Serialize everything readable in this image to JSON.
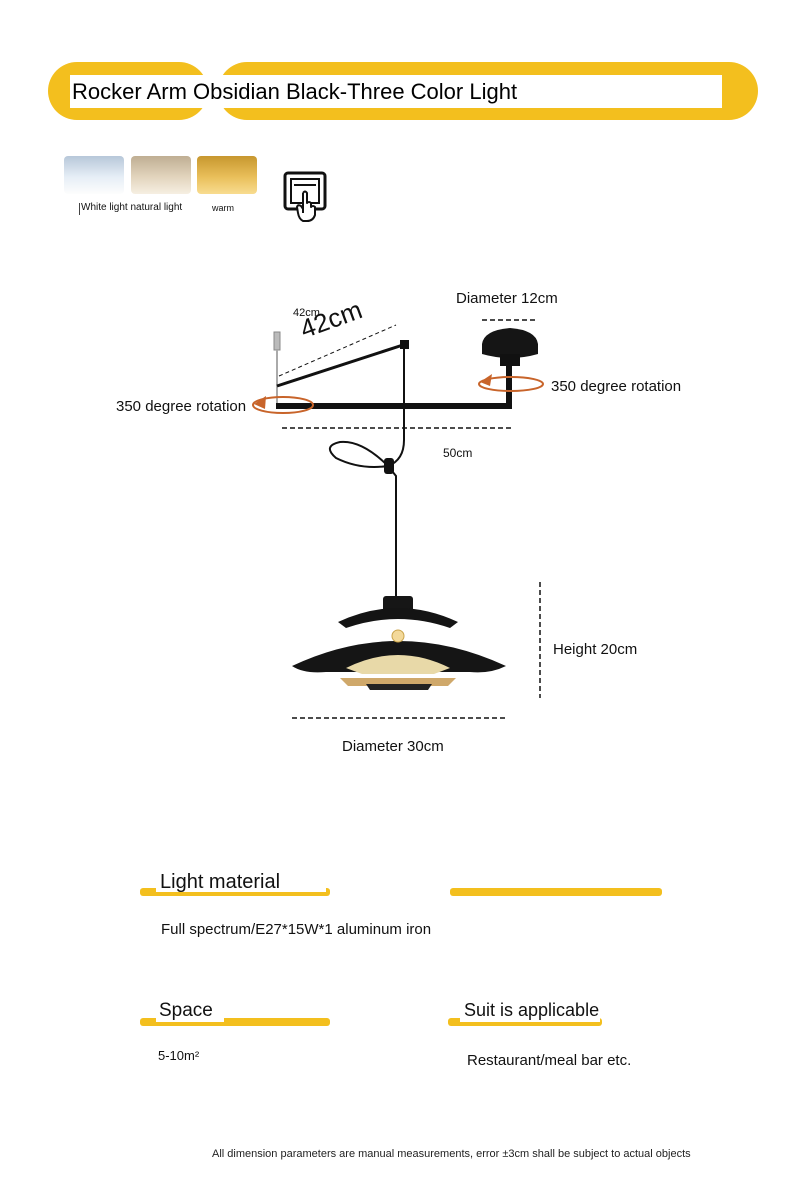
{
  "header": {
    "title": "Rocker Arm Obsidian Black-Three Color Light"
  },
  "color_options": {
    "white_natural_caption": "White light natural light",
    "warm_caption": "warm"
  },
  "icons": {
    "remote": "touch-switch-icon"
  },
  "dimensions": {
    "top_arm_small": "42cm",
    "top_arm_large": "42cm",
    "ceiling_diameter": "Diameter 12cm",
    "rotation_right": "350 degree rotation",
    "rotation_left": "350 degree rotation",
    "arm_length": "50cm",
    "height": "Height 20cm",
    "shade_diameter": "Diameter 30cm"
  },
  "specs": {
    "light_material_title": "Light material",
    "light_material_value": "Full spectrum/E27*15W*1 aluminum   iron",
    "space_title": "Space",
    "space_value": "5-10m²",
    "applicable_title": "Suit is applicable",
    "applicable_value": "Restaurant/meal bar etc."
  },
  "footer": {
    "note": "All dimension parameters are manual measurements, error ±3cm shall be subject to actual objects"
  },
  "colors": {
    "accent_yellow": "#f3bf1e",
    "rotation_arrow": "#c8642a",
    "lamp_black": "#1a1a1a"
  }
}
